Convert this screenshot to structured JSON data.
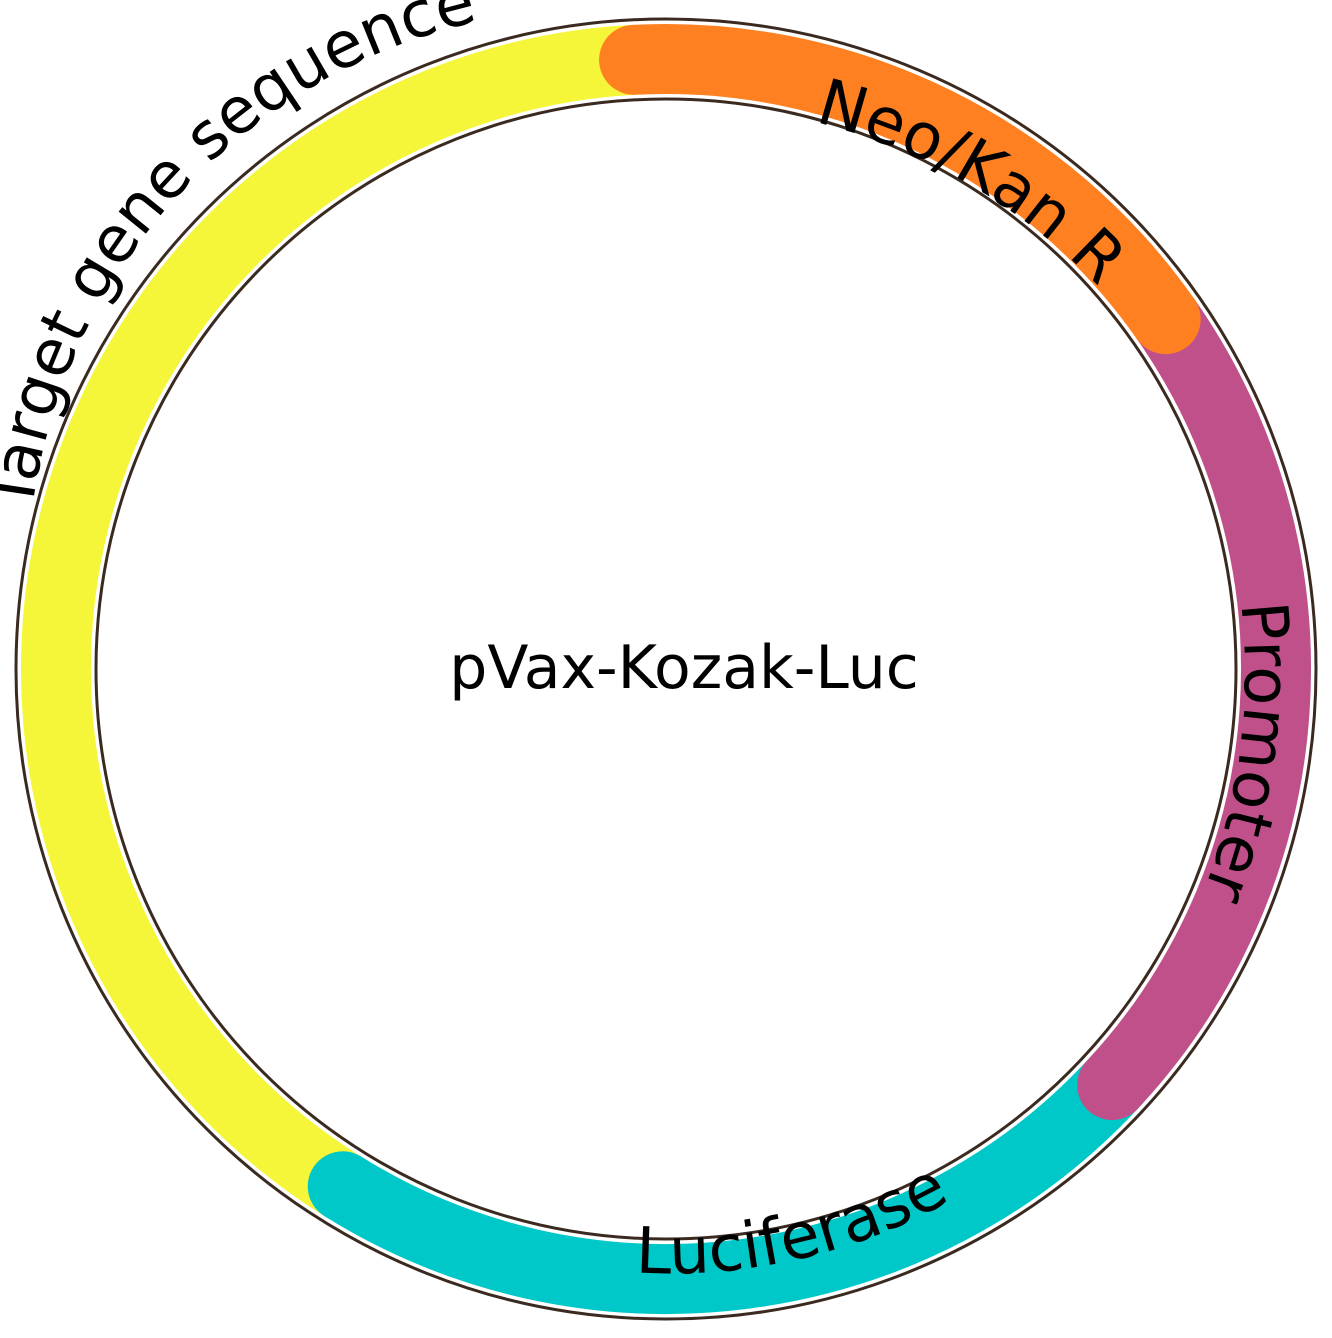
{
  "plasmid": {
    "name": "pVax-Kozak-Luc",
    "segments": [
      {
        "id": "target",
        "label": "Target gene sequence",
        "color": "#f5f53a",
        "start_deg": 212,
        "end_deg": 357
      },
      {
        "id": "neo",
        "label": "Neo/Kan R",
        "color": "#ff8020",
        "start_deg": 357,
        "end_deg": 55
      },
      {
        "id": "promoter",
        "label": "Promoter",
        "color": "#c0508a",
        "start_deg": 55,
        "end_deg": 133
      },
      {
        "id": "luciferase",
        "label": "Luciferase",
        "color": "#00c8c8",
        "start_deg": 133,
        "end_deg": 212
      }
    ]
  }
}
